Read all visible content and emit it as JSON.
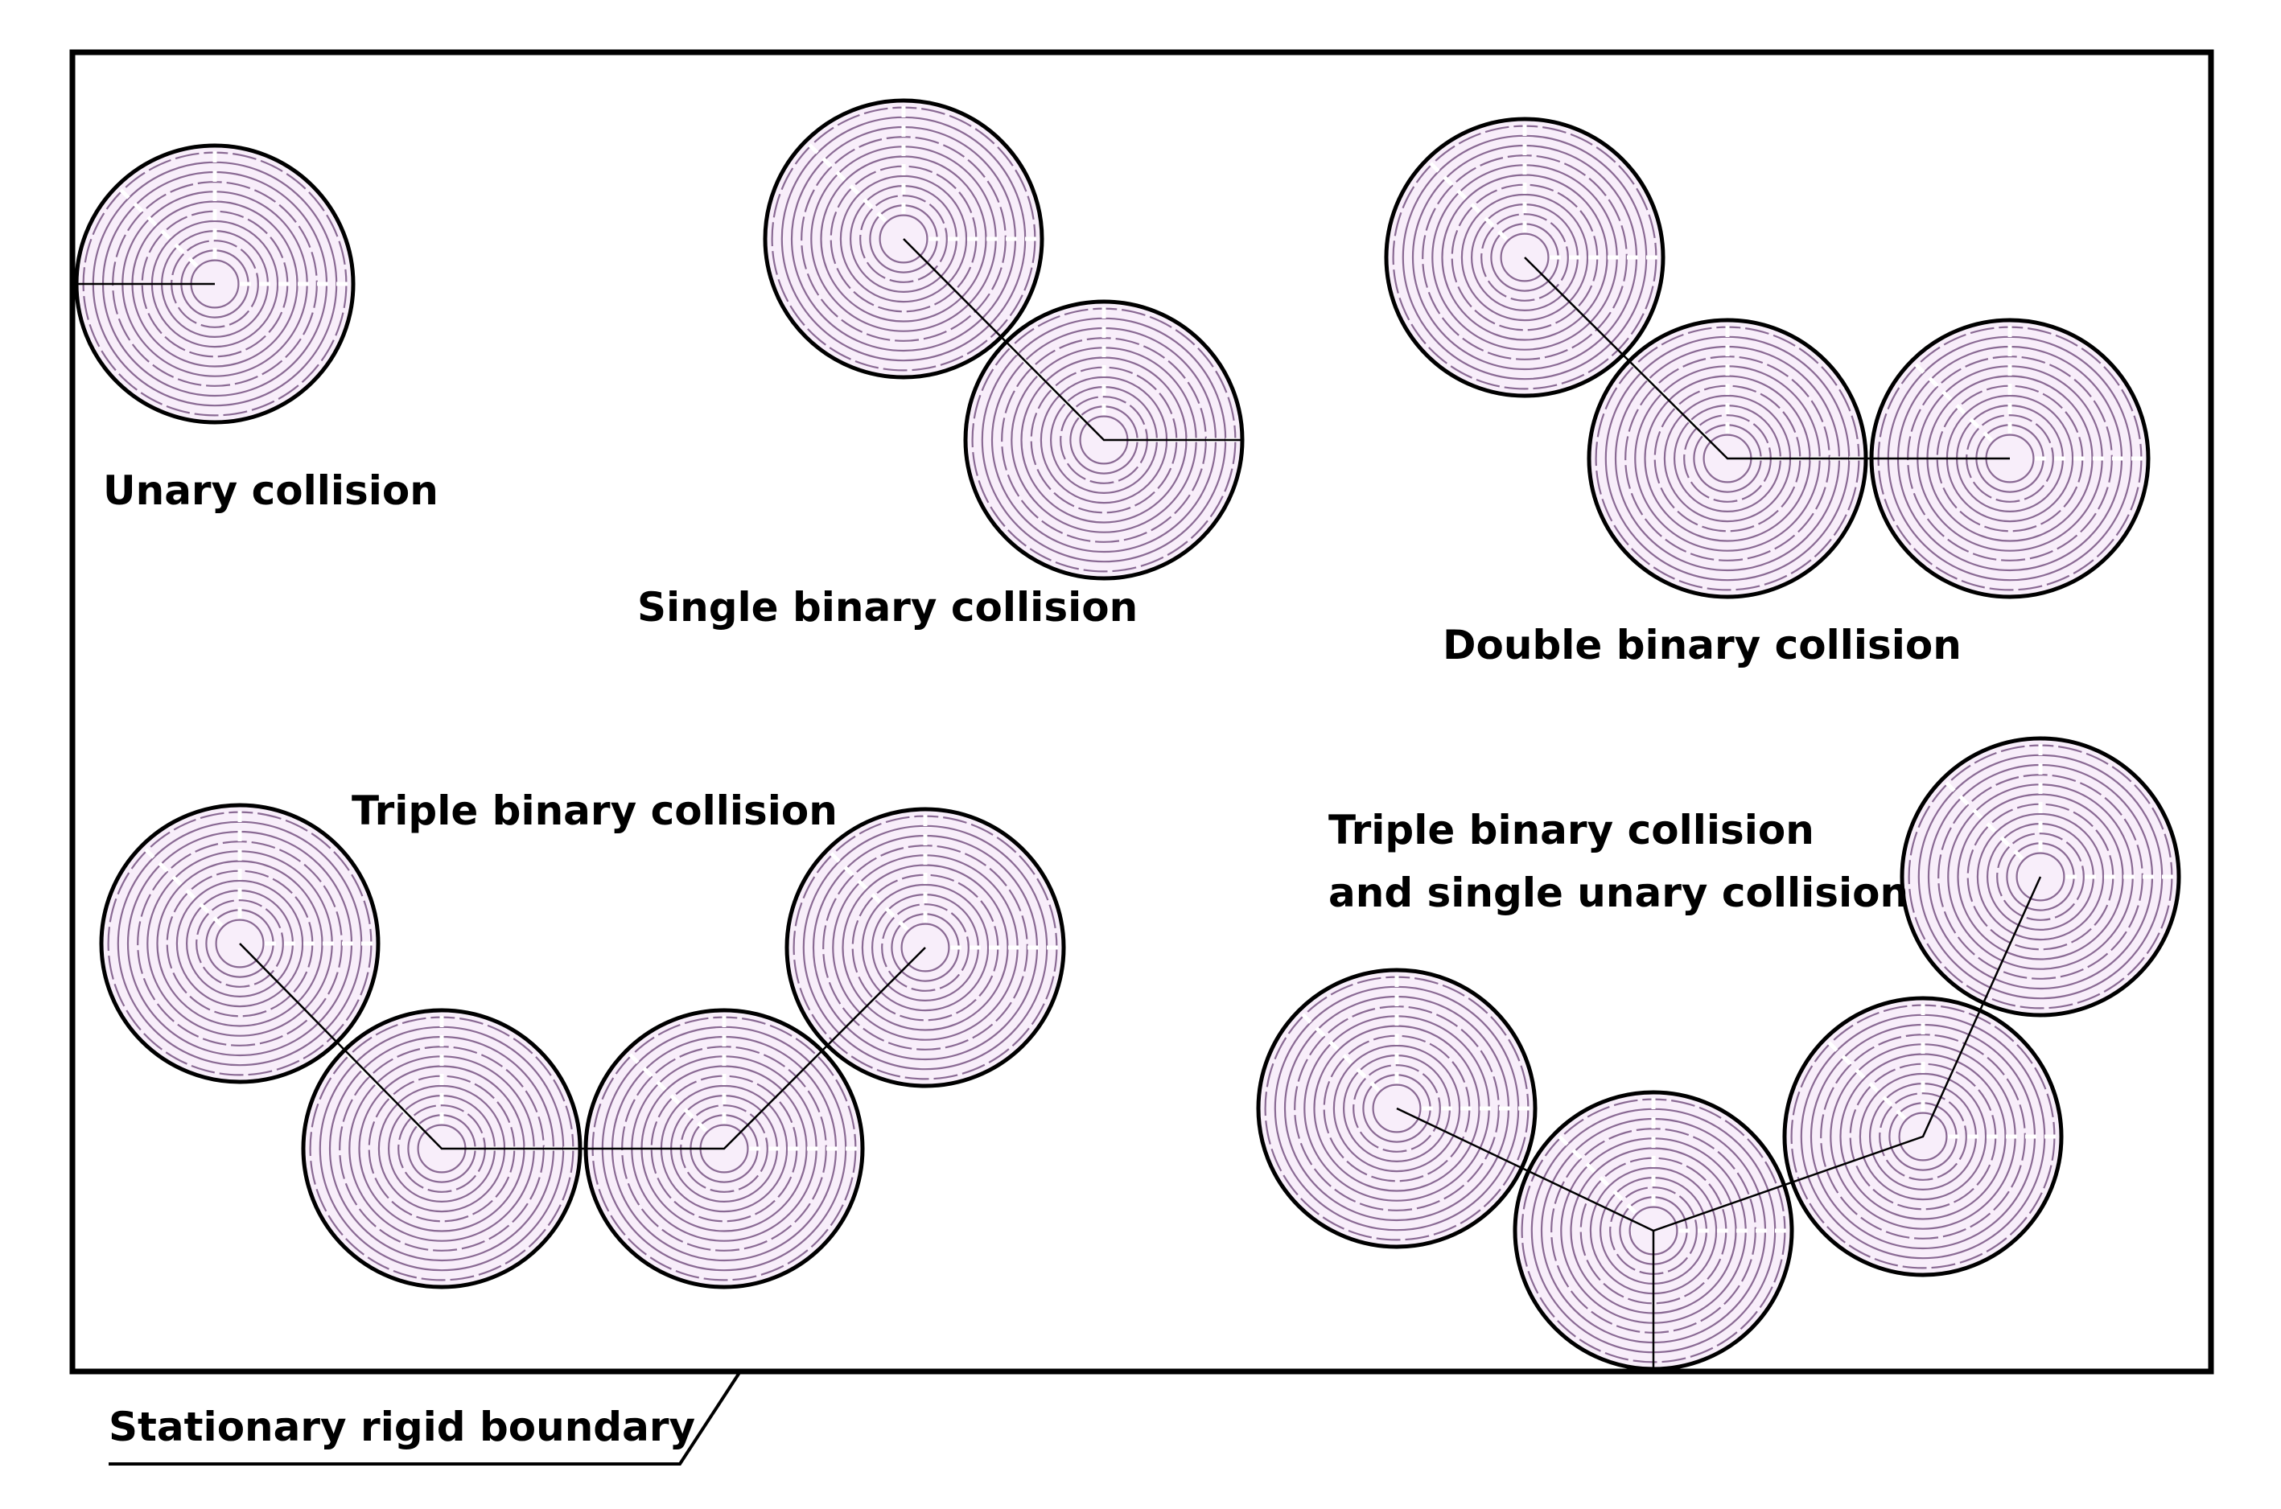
{
  "labels": {
    "unary": "Unary collision",
    "single_binary": "Single binary collision",
    "double_binary": "Double binary collision",
    "triple_binary": "Triple binary collision",
    "triple_unary_line1": "Triple binary collision",
    "triple_unary_line2": "and single unary collision",
    "boundary": "Stationary rigid boundary"
  },
  "colors": {
    "ring": "#8a6a94",
    "disc_fill": "#f8eefa",
    "disc_edge": "#000000",
    "boundary": "#000000",
    "connector": "#000000"
  }
}
